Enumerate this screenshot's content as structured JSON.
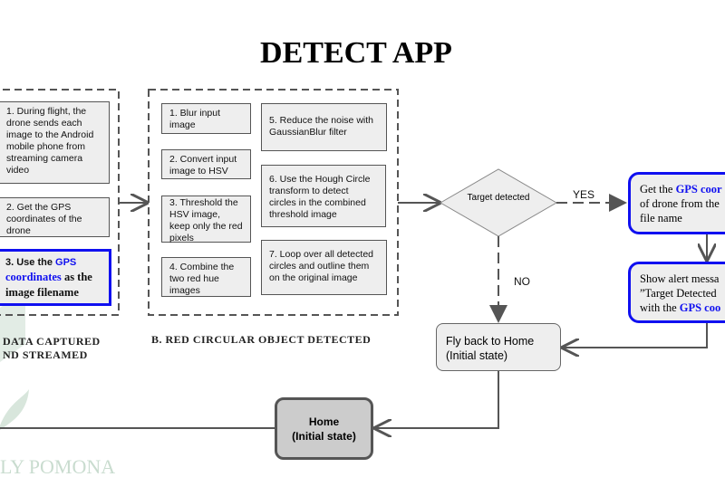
{
  "title": "DETECT APP",
  "section_a": {
    "caption_line1": "DATA CAPTURED",
    "caption_line2": "ND STREAMED",
    "steps": [
      "1. During flight, the drone sends each image to the Android mobile phone from streaming camera video",
      "2. Get the GPS coordinates of the drone"
    ],
    "step3": {
      "prefix": "3. Use the ",
      "gps": "GPS",
      "coordinates": "coordinates",
      "suffix": " as the image filename"
    }
  },
  "section_b": {
    "caption": "B. RED CIRCULAR OBJECT DETECTED",
    "steps": [
      "1. Blur input image",
      "2. Convert input image to HSV",
      "3. Threshold the HSV image, keep only the red pixels",
      "4. Combine the two red hue images",
      "5. Reduce the noise with GaussianBlur filter",
      "6. Use the Hough Circle transform to detect circles in the combined threshold image",
      "7. Loop over all detected circles and outline them on the original image"
    ]
  },
  "decision": {
    "label": "Target detected",
    "yes": "YES",
    "no": "NO"
  },
  "get_gps_box": {
    "line1_prefix": "Get the ",
    "line1_hl": "GPS coor",
    "line2": "of drone from the",
    "line3": "file name"
  },
  "alert_box": {
    "line1": "Show alert messa",
    "line2": "”Target Detected",
    "line3_prefix": "with the ",
    "line3_hl": "GPS coo"
  },
  "fly_back": {
    "line1": "Fly back to Home",
    "line2": "(Initial state)"
  },
  "home": {
    "line1": "Home",
    "line2": "(Initial state)"
  },
  "watermark": "LY POMONA",
  "colors": {
    "accent_blue": "#1010f0",
    "box_fill": "#eeeeee",
    "home_fill": "#cccccc",
    "line": "#555555",
    "watermark": "#c9dccf"
  }
}
